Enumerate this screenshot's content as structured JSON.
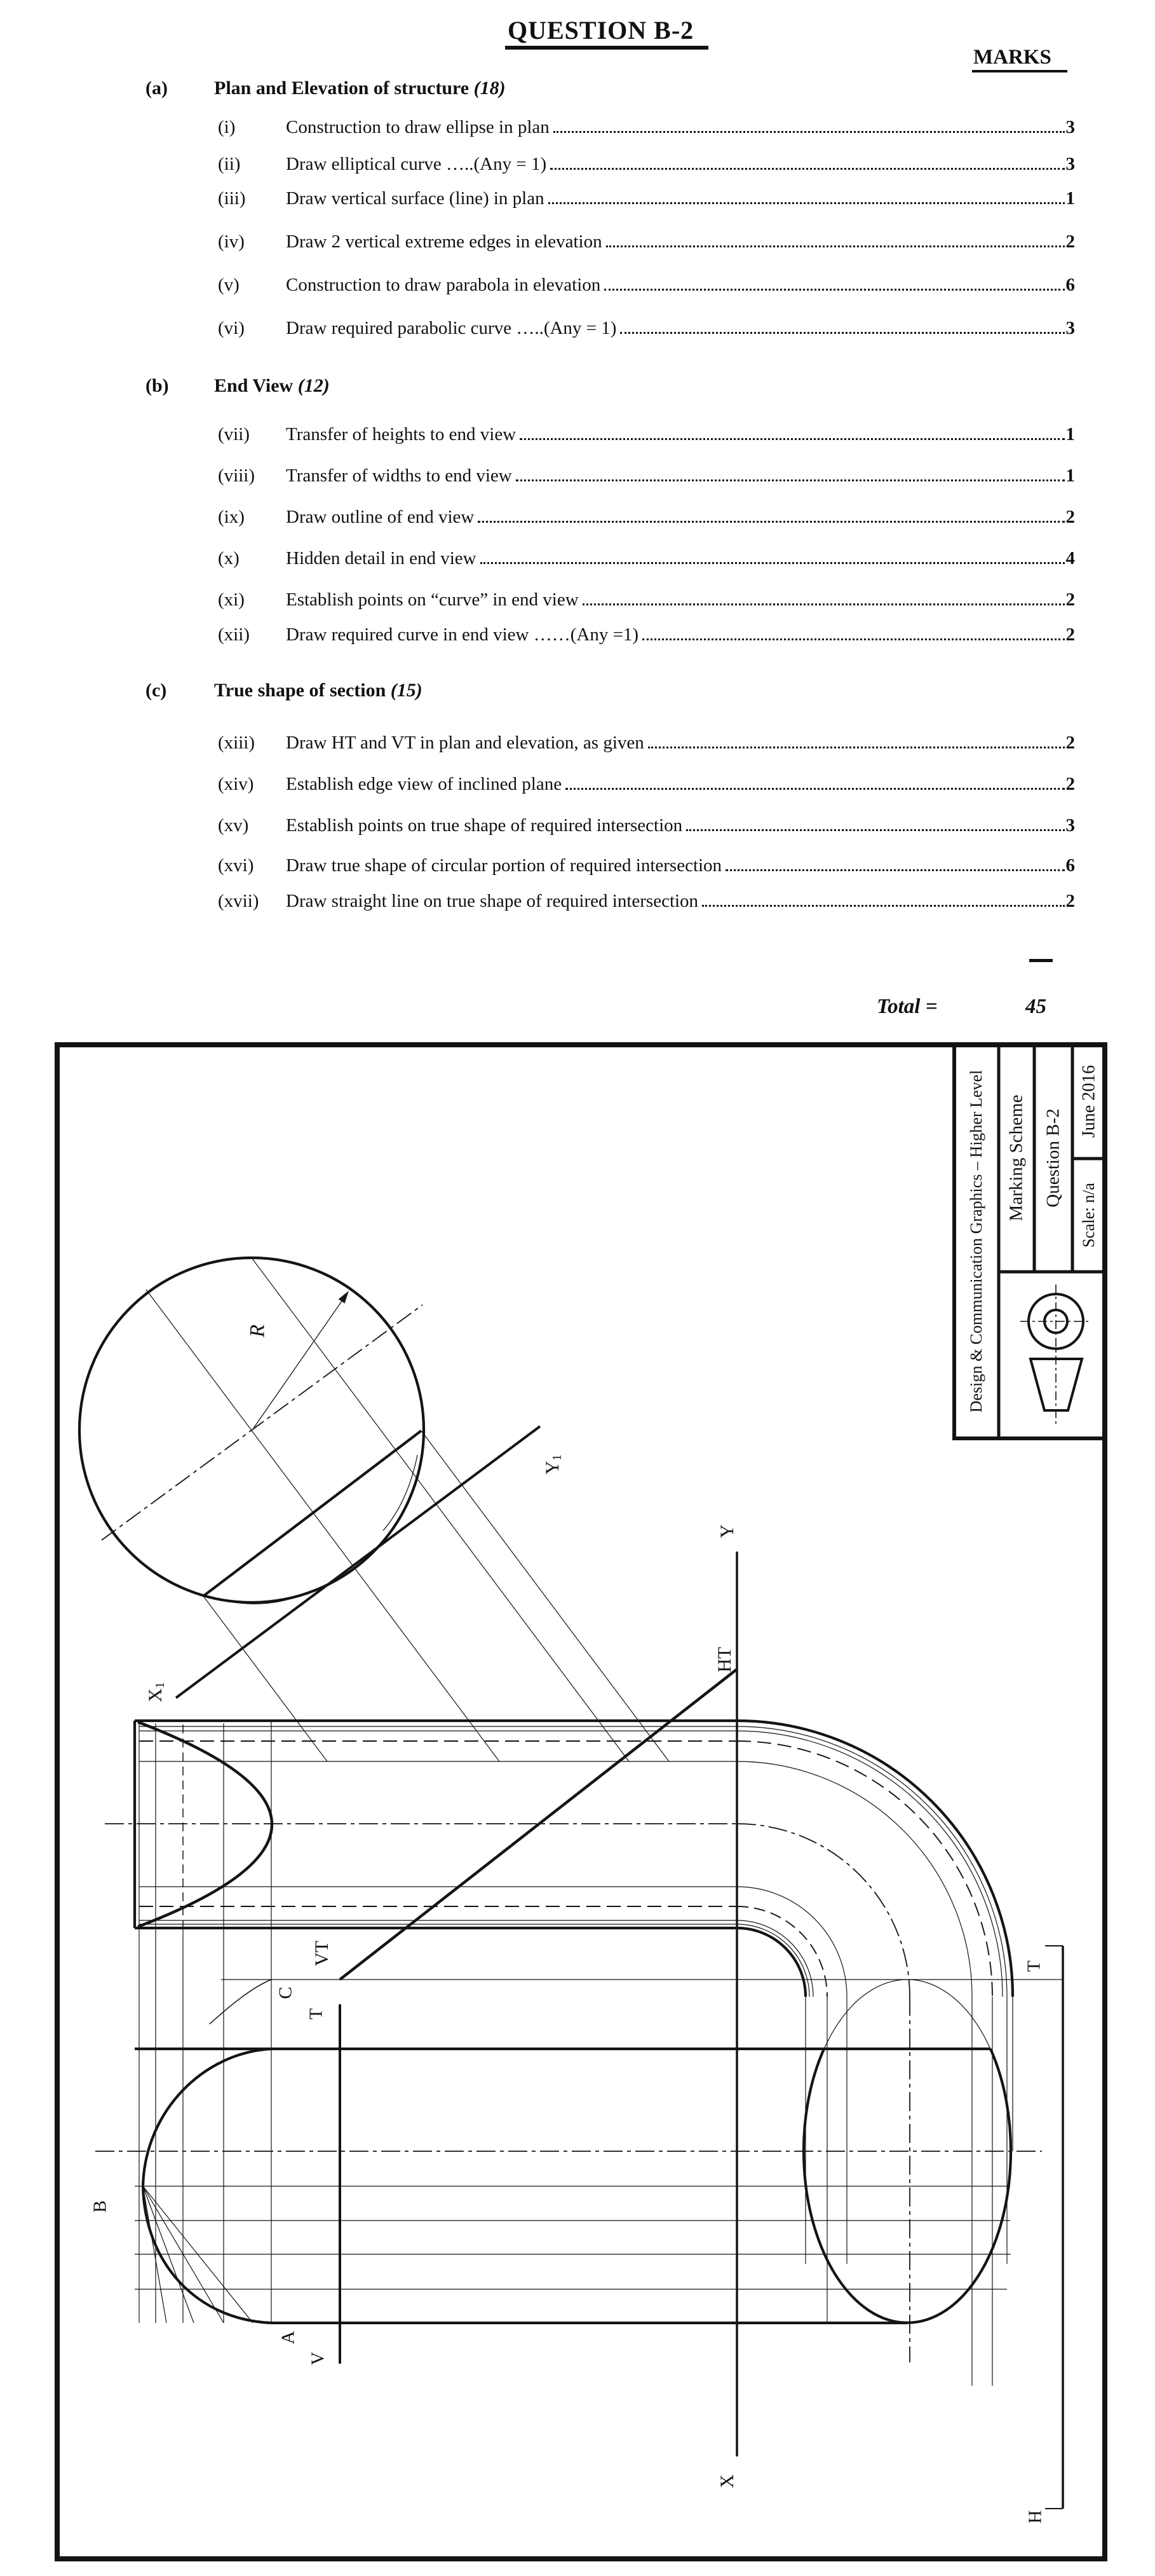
{
  "page": {
    "title": "QUESTION B-2",
    "marks_header": "MARKS",
    "total_label": "Total =",
    "total_value": "45",
    "sections": [
      {
        "letter": "(a)",
        "heading": "Plan and Elevation of structure",
        "count": "(18)",
        "items": [
          {
            "num": "(i)",
            "text": "Construction to draw ellipse in plan",
            "mark": "3"
          },
          {
            "num": "(ii)",
            "text": "Draw elliptical curve …..(Any = 1)",
            "mark": "3"
          },
          {
            "num": "(iii)",
            "text": "Draw vertical surface (line) in plan",
            "mark": "1"
          },
          {
            "num": "(iv)",
            "text": "Draw 2 vertical extreme edges in elevation",
            "mark": "2"
          },
          {
            "num": "(v)",
            "text": "Construction to draw parabola in elevation",
            "mark": "6"
          },
          {
            "num": "(vi)",
            "text": "Draw required parabolic curve …..(Any = 1)",
            "mark": "3"
          }
        ]
      },
      {
        "letter": "(b)",
        "heading": "End View",
        "count": "(12)",
        "items": [
          {
            "num": "(vii)",
            "text": "Transfer of heights to end view",
            "mark": "1"
          },
          {
            "num": "(viii)",
            "text": "Transfer of widths to end view",
            "mark": "1"
          },
          {
            "num": "(ix)",
            "text": "Draw outline of end view",
            "mark": "2"
          },
          {
            "num": "(x)",
            "text": "Hidden detail in end view",
            "mark": "4"
          },
          {
            "num": "(xi)",
            "text": "Establish points on “curve” in end view",
            "mark": "2"
          },
          {
            "num": "(xii)",
            "text": "Draw required curve in end view ……(Any =1)",
            "mark": "2"
          }
        ]
      },
      {
        "letter": "(c)",
        "heading": "True shape of section",
        "count": "(15)",
        "items": [
          {
            "num": "(xiii)",
            "text": "Draw HT and VT in plan and elevation, as given",
            "mark": "2"
          },
          {
            "num": "(xiv)",
            "text": "Establish edge view of inclined plane",
            "mark": "2"
          },
          {
            "num": "(xv)",
            "text": "Establish points on true shape of required intersection",
            "mark": "3"
          },
          {
            "num": "(xvi)",
            "text": "Draw true shape of circular portion of required intersection",
            "mark": "6"
          },
          {
            "num": "(xvii)",
            "text": "Draw straight line on true shape of required intersection",
            "mark": "2"
          }
        ]
      }
    ]
  },
  "title_block": {
    "course": "Design & Communication Graphics – Higher Level",
    "doc_type": "Marking Scheme",
    "question": "Question B-2",
    "date": "June 2016",
    "scale": "Scale: n/a"
  },
  "drawing_labels": {
    "x1_base": "X",
    "x1_sub": "1",
    "y1_base": "Y",
    "y1_sub": "1",
    "x": "X",
    "y": "Y",
    "ht": "HT",
    "vt": "VT",
    "c": "C",
    "t_left": "T",
    "a": "A",
    "v": "V",
    "b": "B",
    "t_right": "T",
    "h": "H",
    "r": "R"
  },
  "colors": {
    "ink": "#111111",
    "paper": "#ffffff"
  }
}
